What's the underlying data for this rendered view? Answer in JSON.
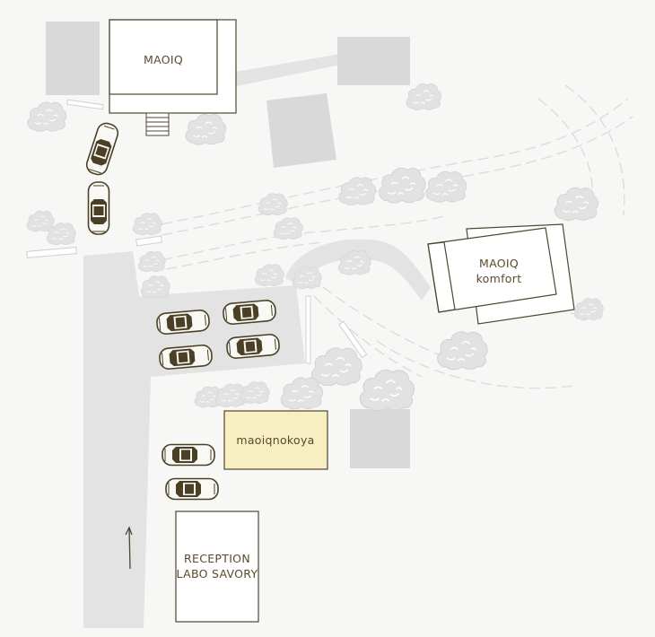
{
  "buildings": {
    "maoiq": {
      "label": "MAOIQ"
    },
    "komfort": {
      "line1": "MAOIQ",
      "line2": "komfort"
    },
    "maoiqnokoya": {
      "label": "maoiqnokoya"
    },
    "reception": {
      "line1": "RECEPTION",
      "line2": "LABO SAVORY"
    }
  },
  "colors": {
    "background": "#f7f7f6",
    "road": "#e3e3e3",
    "gray_block": "#d9d9d9",
    "outline": "#4e4630",
    "highlight_fill": "#f7eec1",
    "car_dark": "#4b4025",
    "tree": "#e2e2e2"
  },
  "icons": [
    "car-icon",
    "tree-icon",
    "direction-arrow-icon",
    "stairs-icon"
  ]
}
